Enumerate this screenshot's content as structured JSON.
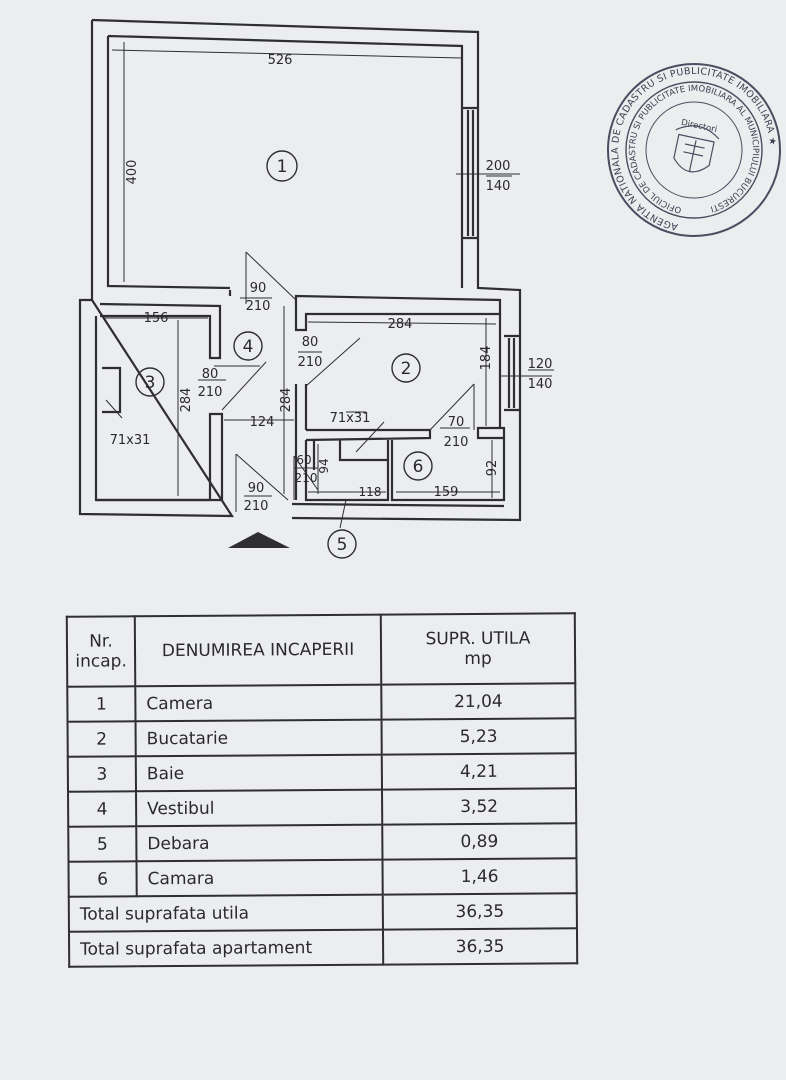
{
  "plan": {
    "dimensions": {
      "d526": "526",
      "d400": "400",
      "d200": "200",
      "d140a": "140",
      "d90a": "90",
      "d210a": "210",
      "d156": "156",
      "d284a": "284",
      "d80a": "80",
      "d210b": "210",
      "d80b": "80",
      "d210c": "210",
      "d284b": "284",
      "d284c": "284",
      "d184": "184",
      "d120": "120",
      "d140b": "140",
      "d124": "124",
      "d71x31a": "71x31",
      "d71x31b": "71x31",
      "d70": "70",
      "d210d": "210",
      "d92": "92",
      "d60": "60",
      "d210e": "210",
      "d94": "94",
      "d118": "118",
      "d159": "159",
      "d90b": "90",
      "d210f": "210"
    },
    "rooms": [
      "1",
      "2",
      "3",
      "4",
      "5",
      "6"
    ]
  },
  "stamp": {
    "outer_text": "AGENTIA NATIONALA DE CADASTRU SI PUBLICITATE IMOBILIARA ★",
    "inner_text": "OFICIUL DE CADASTRU SI PUBLICITATE IMOBILIARA AL MUNICIPIULUI BUCURESTI",
    "center_text": "Directori"
  },
  "table": {
    "headers": {
      "nr_line1": "Nr.",
      "nr_line2": "incap.",
      "name": "DENUMIREA INCAPERII",
      "area_line1": "SUPR. UTILA",
      "area_line2": "mp"
    },
    "rows": [
      {
        "nr": "1",
        "name": "Camera",
        "area": "21,04"
      },
      {
        "nr": "2",
        "name": "Bucatarie",
        "area": "5,23"
      },
      {
        "nr": "3",
        "name": "Baie",
        "area": "4,21"
      },
      {
        "nr": "4",
        "name": "Vestibul",
        "area": "3,52"
      },
      {
        "nr": "5",
        "name": "Debara",
        "area": "0,89"
      },
      {
        "nr": "6",
        "name": "Camara",
        "area": "1,46"
      }
    ],
    "totals": [
      {
        "label": "Total suprafata utila",
        "area": "36,35"
      },
      {
        "label": "Total suprafata apartament",
        "area": "36,35"
      }
    ]
  }
}
